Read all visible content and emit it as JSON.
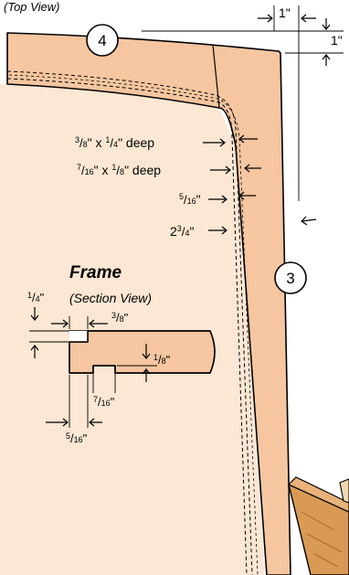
{
  "view_caption": "(Top View)",
  "frame_heading": "Frame",
  "section_caption": "(Section View)",
  "callouts": {
    "top_piece": "4",
    "side_piece": "3"
  },
  "top_right_dims": {
    "horizontal": "1\"",
    "vertical": "1\""
  },
  "groove_dims": {
    "row1": {
      "num": "3",
      "den": "8",
      "mid": "\" x ",
      "num2": "1",
      "den2": "4",
      "tail": "\" deep"
    },
    "row2": {
      "num": "7",
      "den": "16",
      "mid": "\" x ",
      "num2": "1",
      "den2": "8",
      "tail": "\" deep"
    },
    "row3": {
      "num": "5",
      "den": "16",
      "tail": "\""
    },
    "row4": {
      "whole": "2",
      "num": "3",
      "den": "4",
      "tail": "\""
    }
  },
  "section_dims": {
    "a": {
      "num": "1",
      "den": "4",
      "tail": "\""
    },
    "b": {
      "num": "3",
      "den": "8",
      "tail": "\""
    },
    "c": {
      "num": "1",
      "den": "8",
      "tail": "\""
    },
    "d": {
      "num": "7",
      "den": "16",
      "tail": "\""
    },
    "e": {
      "num": "5",
      "den": "16",
      "tail": "\""
    }
  },
  "colors": {
    "background_panel": "#fbe7d3",
    "frame_wood": "#f5c6a0",
    "outline": "#000000",
    "crate_wood": "#d99a55"
  }
}
